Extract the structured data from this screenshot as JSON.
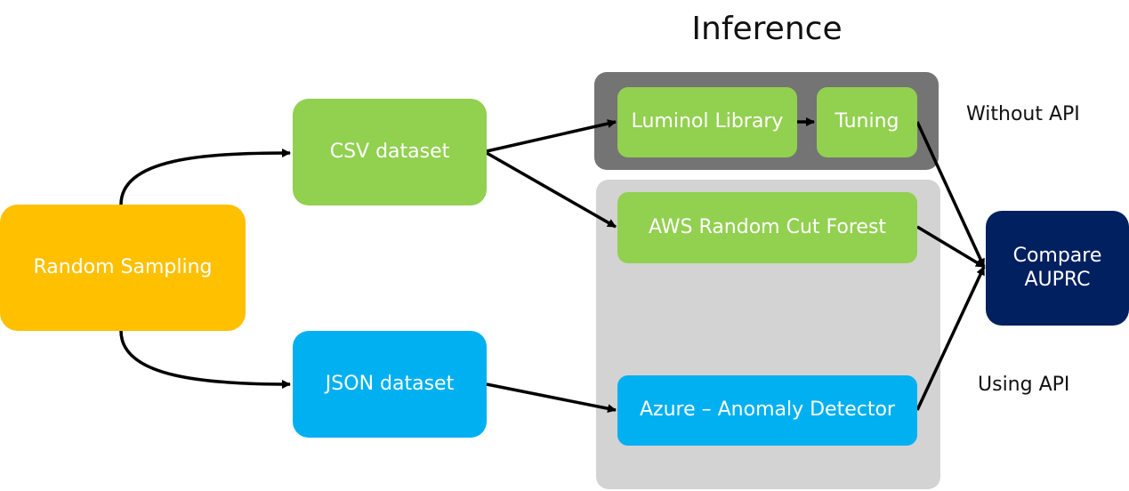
{
  "title": "Inference",
  "nodes": {
    "random_sampling": "Random Sampling",
    "csv_dataset": "CSV dataset",
    "json_dataset": "JSON dataset",
    "luminol_library": "Luminol Library",
    "tuning": "Tuning",
    "aws_rcf": "AWS Random Cut Forest",
    "azure": "Azure – Anomaly Detector",
    "compare_line1": "Compare",
    "compare_line2": "AUPRC"
  },
  "labels": {
    "without_api": "Without API",
    "using_api": "Using API"
  },
  "colors": {
    "orange": "#FFC000",
    "green": "#92D050",
    "blue": "#00B0F0",
    "navy": "#002060",
    "dark_group": "#747474",
    "light_group": "#D3D3D3"
  }
}
